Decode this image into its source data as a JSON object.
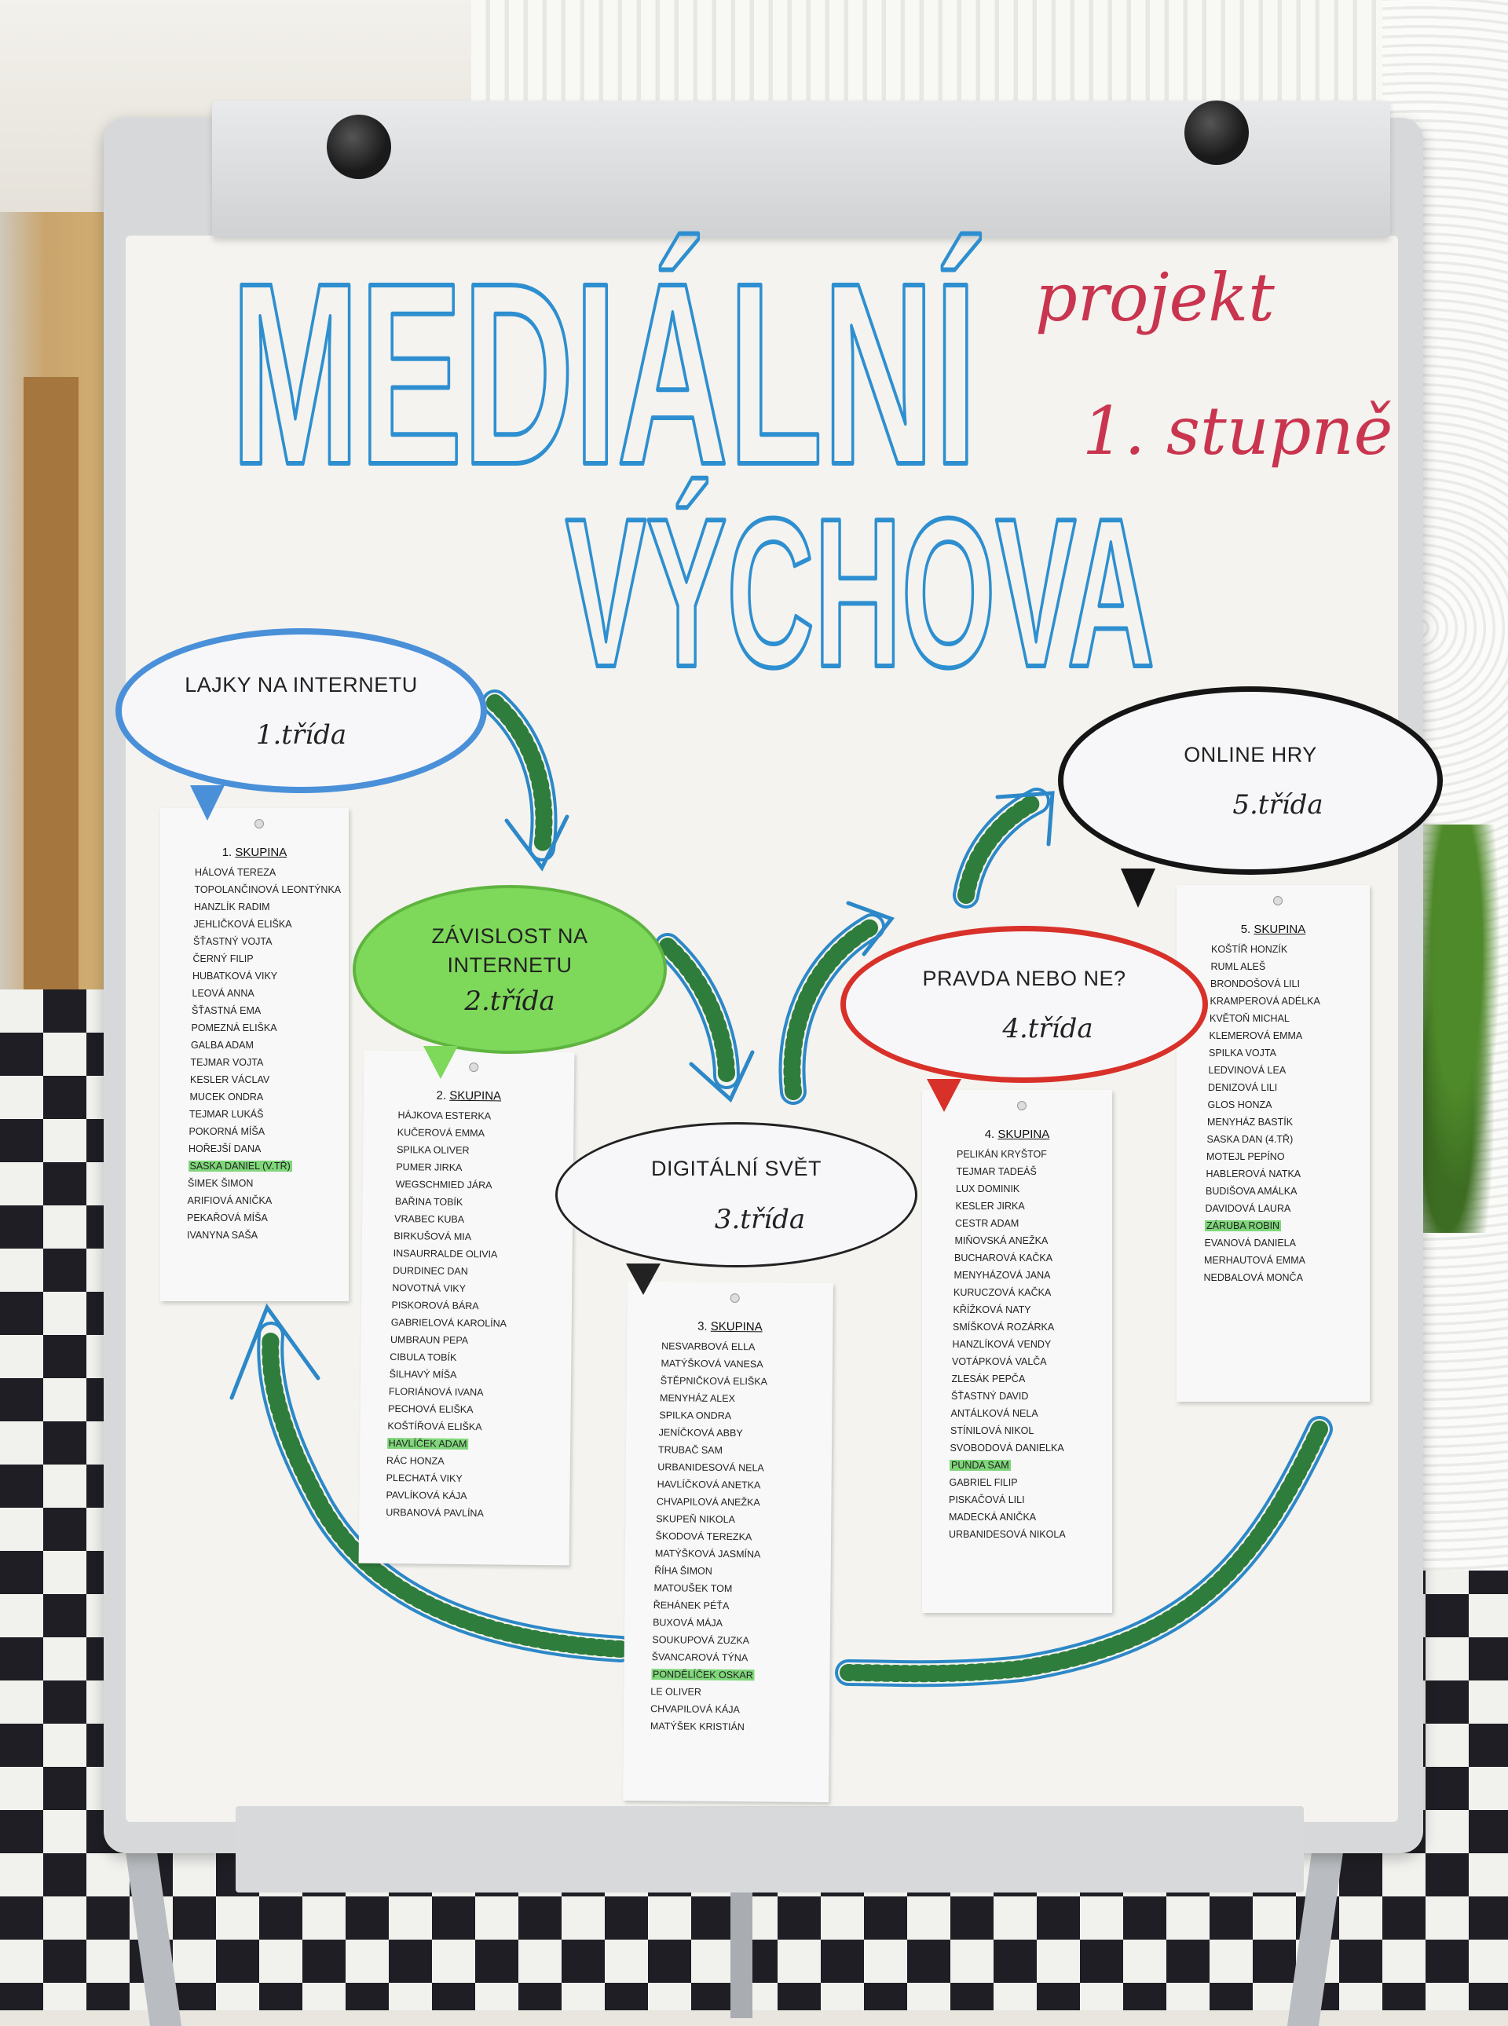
{
  "title": {
    "line1": "MEDIÁLNÍ",
    "line2": "VÝCHOVA"
  },
  "subtitle": {
    "line1": "projekt",
    "line2": "1. stupně"
  },
  "colors": {
    "title_outline": "#2e8fd0",
    "handwriting": "#c9354f",
    "highlight": "#7fd77a",
    "arrow_outline": "#2c88c8",
    "arrow_hatch": "#2f7d3c"
  },
  "bubbles": [
    {
      "topic": "LAJKY NA INTERNETU",
      "class": "1.třída",
      "border": "#4a90d9",
      "fill": "#f7f7f9"
    },
    {
      "topic": "ZÁVISLOST NA INTERNETU",
      "class": "2.třída",
      "border": "#6cc04a",
      "fill": "#7ed85a"
    },
    {
      "topic": "DIGITÁLNÍ SVĚT",
      "class": "3.třída",
      "border": "#222222",
      "fill": "#f7f7f9"
    },
    {
      "topic": "PRAVDA NEBO NE?",
      "class": "4.třída",
      "border": "#d8312a",
      "fill": "#f7f7f9"
    },
    {
      "topic": "ONLINE HRY",
      "class": "5.třída",
      "border": "#151515",
      "fill": "#f7f7f9"
    }
  ],
  "groups": [
    {
      "number": "1.",
      "label": "SKUPINA",
      "highlighted": "SASKA DANIEL (V.TŘ)",
      "members": [
        "HÁLOVÁ TEREZA",
        "TOPOLANČINOVÁ LEONTÝNKA",
        "HANZLÍK RADIM",
        "JEHLIČKOVÁ ELIŠKA",
        "ŠŤASTNÝ VOJTA",
        "ČERNÝ FILIP",
        "HUBATKOVÁ VIKY",
        "LEOVÁ ANNA",
        "ŠŤASTNÁ EMA",
        "POMEZNÁ ELIŠKA",
        "GALBA ADAM",
        "TEJMAR VOJTA",
        "KESLER VÁCLAV",
        "MUCEK ONDRA",
        "TEJMAR LUKÁŠ",
        "POKORNÁ MÍŠA",
        "HOŘEJŠÍ DANA",
        "SASKA DANIEL (V.TŘ)",
        "ŠIMEK ŠIMON",
        "ARIFIOVÁ ANIČKA",
        "PEKAŘOVÁ MÍŠA",
        "IVANYNA SAŠA"
      ]
    },
    {
      "number": "2.",
      "label": "SKUPINA",
      "highlighted": "HAVLÍČEK ADAM",
      "members": [
        "HÁJKOVA ESTERKA",
        "KUČEROVÁ EMMA",
        "SPILKA OLIVER",
        "PUMER JIRKA",
        "WEGSCHMIED JÁRA",
        "BAŘINA TOBÍK",
        "VRABEC KUBA",
        "BIRKUŠOVÁ MIA",
        "INSAURRALDE OLIVIA",
        "DURDINEC DAN",
        "NOVOTNÁ VIKY",
        "PISKOROVÁ BÁRA",
        "GABRIELOVÁ KAROLÍNA",
        "UMBRAUN PEPA",
        "CIBULA TOBÍK",
        "ŠILHAVÝ MÍŠA",
        "FLORIÁNOVÁ IVANA",
        "PECHOVÁ ELIŠKA",
        "KOŠTÍŘOVÁ ELIŠKA",
        "HAVLÍČEK ADAM",
        "RÁC HONZA",
        "PLECHATÁ VIKY",
        "PAVLÍKOVÁ KÁJA",
        "URBANOVÁ PAVLÍNA"
      ]
    },
    {
      "number": "3.",
      "label": "SKUPINA",
      "highlighted": "PONDĚLÍČEK OSKAR",
      "members": [
        "NESVARBOVÁ ELLA",
        "MATÝŠKOVÁ VANESA",
        "ŠTĚPNIČKOVÁ ELIŠKA",
        "MENYHÁZ ALEX",
        "SPILKA ONDRA",
        "JENÍČKOVÁ ABBY",
        "TRUBAČ SAM",
        "URBANIDESOVÁ NELA",
        "HAVLÍČKOVÁ ANETKA",
        "CHVAPILOVÁ ANEŽKA",
        "SKUPEŇ NIKOLA",
        "ŠKODOVÁ TEREZKA",
        "MATÝŠKOVÁ JASMÍNA",
        "ŘÍHA ŠIMON",
        "MATOUŠEK TOM",
        "ŘEHÁNEK PÉŤA",
        "BUXOVÁ MÁJA",
        "SOUKUPOVÁ ZUZKA",
        "ŠVANCAROVÁ TÝNA",
        "PONDĚLÍČEK OSKAR",
        "LE OLIVER",
        "CHVAPILOVÁ KÁJA",
        "MATÝŠEK KRISTIÁN"
      ]
    },
    {
      "number": "4.",
      "label": "SKUPINA",
      "highlighted": "PUNDA SAM",
      "members": [
        "PELIKÁN KRYŠTOF",
        "TEJMAR TADEÁŠ",
        "LUX DOMINIK",
        "KESLER JIRKA",
        "CESTR ADAM",
        "MIŇOVSKÁ ANEŽKA",
        "BUCHAROVÁ KAČKA",
        "MENYHÁZOVÁ JANA",
        "KURUCZOVÁ KAČKA",
        "KŘÍŽKOVÁ NATY",
        "SMÍŠKOVÁ ROZÁRKA",
        "HANZLÍKOVÁ VENDY",
        "VOTÁPKOVÁ VALČA",
        "ZLESÁK PEPČA",
        "ŠŤASTNÝ DAVID",
        "ANTÁLKOVÁ NELA",
        "STÍNILOVÁ NIKOL",
        "SVOBODOVÁ DANIELKA",
        "PUNDA SAM",
        "GABRIEL FILIP",
        "PISKAČOVÁ LILI",
        "MADECKÁ ANIČKA",
        "URBANIDESOVÁ NIKOLA"
      ]
    },
    {
      "number": "5.",
      "label": "SKUPINA",
      "highlighted": "ZÁRUBA ROBIN",
      "members": [
        "KOŠTÍŘ HONZÍK",
        "RUML ALEŠ",
        "BRONDOŠOVÁ LILI",
        "KRAMPEROVÁ ADÉLKA",
        "KVĚTOŇ MICHAL",
        "KLEMEROVÁ EMMA",
        "SPILKA VOJTA",
        "LEDVINOVÁ LEA",
        "DENIZOVÁ LILI",
        "GLOS HONZA",
        "MENYHÁZ BASTÍK",
        "SASKA DAN (4.TŘ)",
        "MOTEJL PEPÍNO",
        "HABLEROVÁ NATKA",
        "BUDIŠOVA AMÁLKA",
        "DAVIDOVÁ LAURA",
        "ZÁRUBA ROBIN",
        "EVANOVÁ DANIELA",
        "MERHAUTOVÁ EMMA",
        "NEDBALOVÁ MONČA"
      ]
    }
  ]
}
